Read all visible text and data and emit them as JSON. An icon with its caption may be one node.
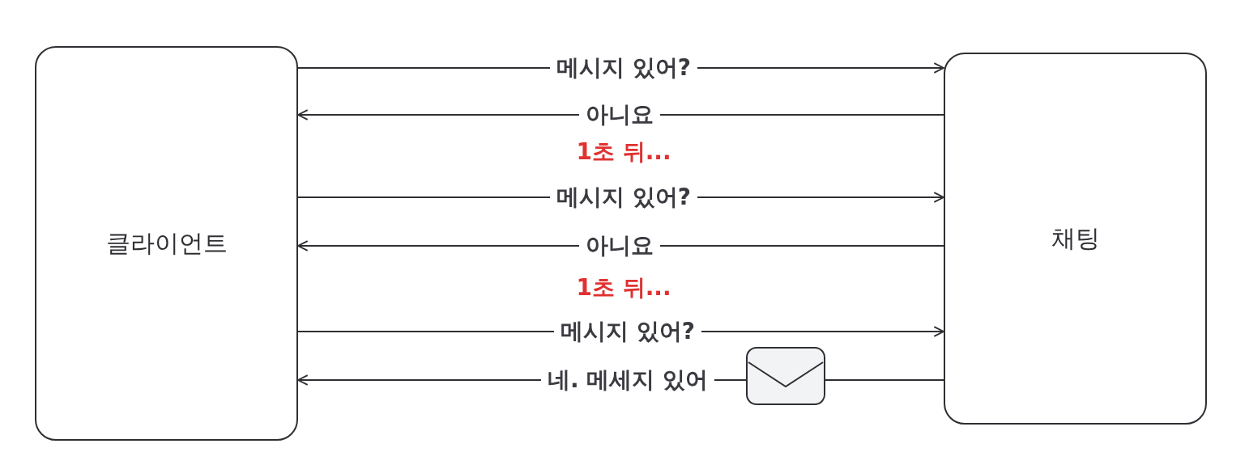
{
  "diagram": {
    "nodes": [
      {
        "text": [
          "클라이언트"
        ]
      },
      {
        "text": [
          "채팅"
        ]
      }
    ],
    "edges": [
      {
        "from": 0,
        "to": 1,
        "arrow": "to",
        "label": "메시지 있어?"
      },
      {
        "from": 1,
        "to": 0,
        "arrow": "to",
        "label": "아니요"
      },
      {
        "from": 0,
        "to": 1,
        "arrow": "to",
        "label": "메시지 있어?"
      },
      {
        "from": 1,
        "to": 0,
        "arrow": "to",
        "label": "아니요"
      },
      {
        "from": 0,
        "to": 1,
        "arrow": "to",
        "label": "메시지 있어?"
      },
      {
        "from": 1,
        "to": 0,
        "arrow": "to",
        "label": "네. 메세지 있어"
      }
    ],
    "labels": [
      "1초 뒤...",
      "1초 뒤..."
    ]
  }
}
